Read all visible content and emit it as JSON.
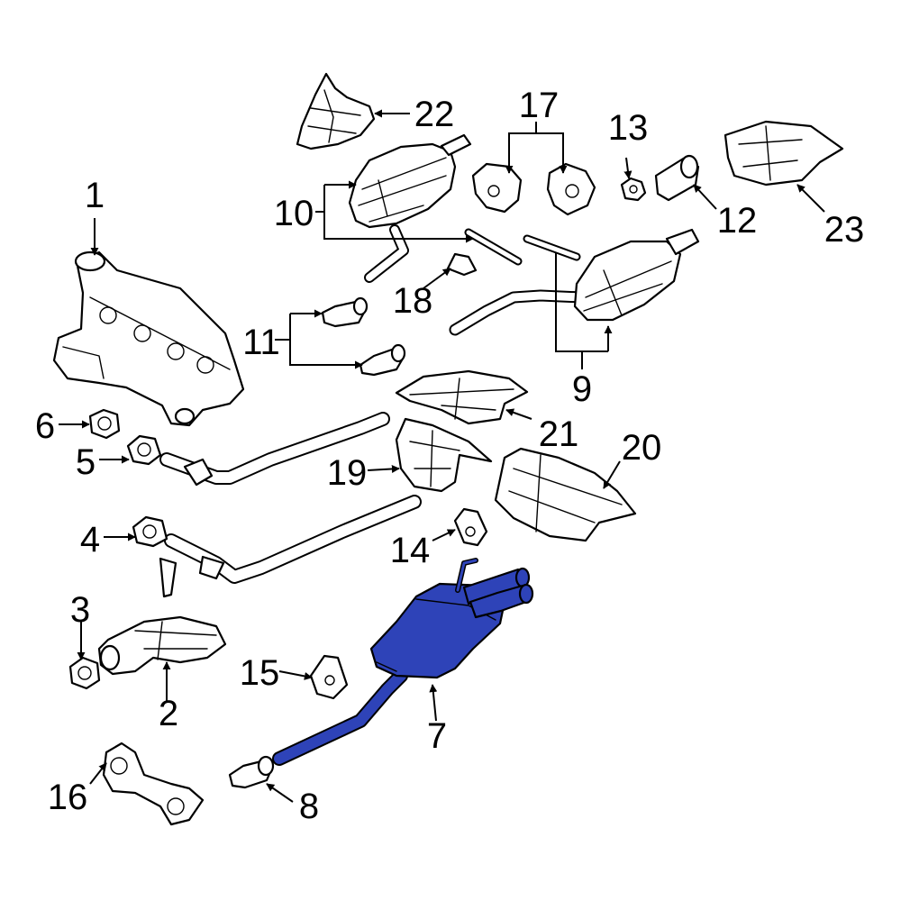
{
  "diagram": {
    "highlight_color": "#2E43B8",
    "outline_color": "#000000",
    "background_color": "#ffffff",
    "highlighted_part": "7",
    "callouts": [
      "1",
      "2",
      "3",
      "4",
      "5",
      "6",
      "7",
      "8",
      "9",
      "10",
      "11",
      "12",
      "13",
      "14",
      "15",
      "16",
      "17",
      "18",
      "19",
      "20",
      "21",
      "22",
      "23"
    ]
  }
}
